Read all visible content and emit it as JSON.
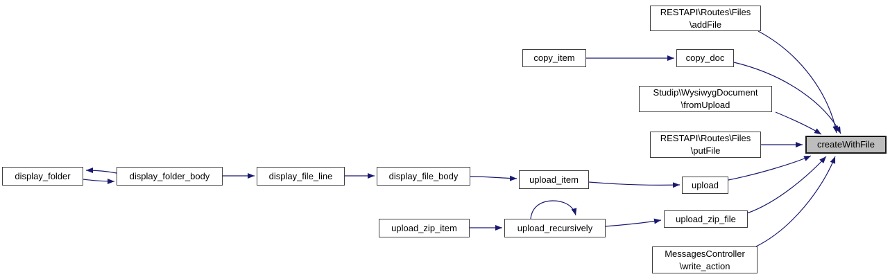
{
  "diagram": {
    "type": "doxygen-call-graph",
    "direction": "callers-of-focused-function",
    "background_color": "#ffffff",
    "edge_color": "#191970",
    "node_border_color": "#3f3f3f",
    "node_fill_color": "#ffffff",
    "highlight_fill_color": "#bdbdbd",
    "highlighted_node": "createWithFile"
  },
  "nodes": [
    {
      "id": "display_folder",
      "label": "display_folder"
    },
    {
      "id": "display_folder_body",
      "label": "display_folder_body"
    },
    {
      "id": "display_file_line",
      "label": "display_file_line"
    },
    {
      "id": "display_file_body",
      "label": "display_file_body"
    },
    {
      "id": "upload_item",
      "label": "upload_item"
    },
    {
      "id": "upload",
      "label": "upload"
    },
    {
      "id": "copy_item",
      "label": "copy_item"
    },
    {
      "id": "copy_doc",
      "label": "copy_doc"
    },
    {
      "id": "restapi_addfile",
      "label": "RESTAPI\\Routes\\Files\n\\addFile"
    },
    {
      "id": "studip_fromupload",
      "label": "Studip\\WysiwygDocument\n\\fromUpload"
    },
    {
      "id": "restapi_putfile",
      "label": "RESTAPI\\Routes\\Files\n\\putFile"
    },
    {
      "id": "createWithFile",
      "label": "createWithFile"
    },
    {
      "id": "upload_zip_item",
      "label": "upload_zip_item"
    },
    {
      "id": "upload_recursively",
      "label": "upload_recursively"
    },
    {
      "id": "upload_zip_file",
      "label": "upload_zip_file"
    },
    {
      "id": "messages_write_action",
      "label": "MessagesController\n\\write_action"
    }
  ],
  "edges": [
    {
      "from": "display_folder_body",
      "to": "display_folder"
    },
    {
      "from": "display_folder",
      "to": "display_folder_body"
    },
    {
      "from": "display_folder_body",
      "to": "display_file_line"
    },
    {
      "from": "display_file_line",
      "to": "display_file_body"
    },
    {
      "from": "display_file_body",
      "to": "upload_item"
    },
    {
      "from": "upload_item",
      "to": "upload"
    },
    {
      "from": "copy_item",
      "to": "copy_doc"
    },
    {
      "from": "upload_zip_item",
      "to": "upload_recursively"
    },
    {
      "from": "upload_recursively",
      "to": "upload_recursively"
    },
    {
      "from": "upload_recursively",
      "to": "upload_zip_file"
    },
    {
      "from": "RESTAPI\\Routes\\Files\\addFile",
      "to": "createWithFile"
    },
    {
      "from": "copy_doc",
      "to": "createWithFile"
    },
    {
      "from": "Studip\\WysiwygDocument\\fromUpload",
      "to": "createWithFile"
    },
    {
      "from": "RESTAPI\\Routes\\Files\\putFile",
      "to": "createWithFile"
    },
    {
      "from": "upload",
      "to": "createWithFile"
    },
    {
      "from": "upload_zip_file",
      "to": "createWithFile"
    },
    {
      "from": "MessagesController\\write_action",
      "to": "createWithFile"
    }
  ]
}
